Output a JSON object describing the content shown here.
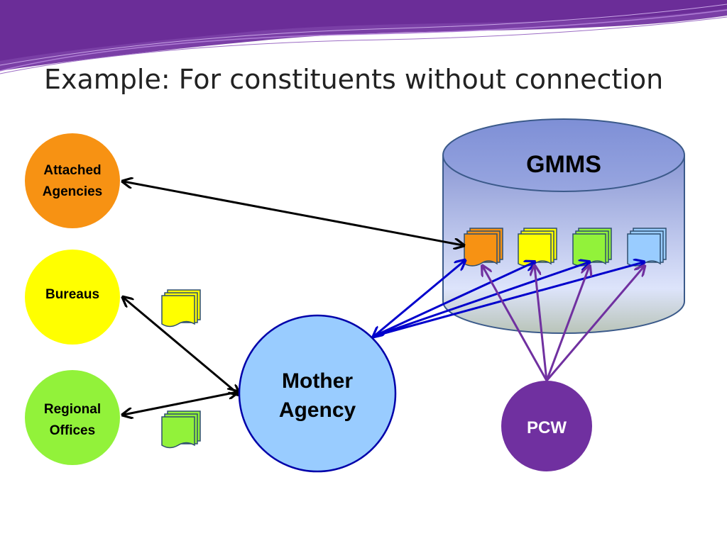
{
  "slide": {
    "title": "Example: For constituents without connection"
  },
  "nodes": {
    "attached_agencies": {
      "line1": "Attached",
      "line2": "Agencies",
      "color": "#F79213"
    },
    "bureaus": {
      "label": "Bureaus",
      "color": "#FFFF00"
    },
    "regional_offices": {
      "line1": "Regional",
      "line2": "Offices",
      "color": "#92F23A"
    },
    "mother_agency": {
      "line1": "Mother",
      "line2": "Agency",
      "color": "#99CCFF"
    },
    "gmms": {
      "label": "GMMS"
    },
    "pcw": {
      "label": "PCW",
      "color": "#7030A0"
    }
  },
  "colors": {
    "black_arrow": "#000000",
    "blue_arrow": "#0000CC",
    "purple_arrow": "#7030A0",
    "doc_orange": "#F79213",
    "doc_yellow": "#FFFF00",
    "doc_green": "#92F23A",
    "doc_blue": "#99CCFF"
  }
}
